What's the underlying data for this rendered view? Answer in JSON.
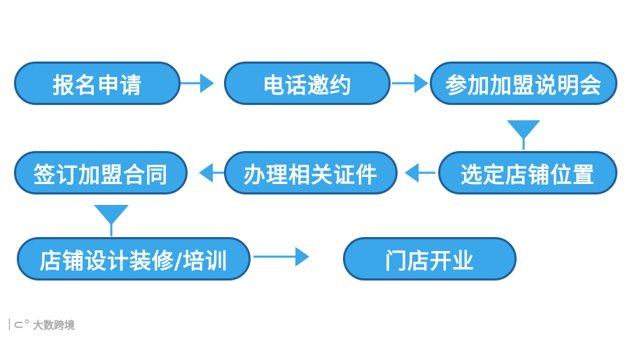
{
  "nodes": {
    "n1": "报名申请",
    "n2": "电话邀约",
    "n3": "参加加盟说明会",
    "n4": "选定店铺位置",
    "n5": "办理相关证件",
    "n6": "签订加盟合同",
    "n7": "店铺设计装修/培训",
    "n8": "门店开业"
  },
  "watermark": "大数跨境",
  "colors": {
    "node_fill": "#39a7ea",
    "node_border": "#1f5e98",
    "arrow": "#39a7ea",
    "text": "#ffffff"
  }
}
